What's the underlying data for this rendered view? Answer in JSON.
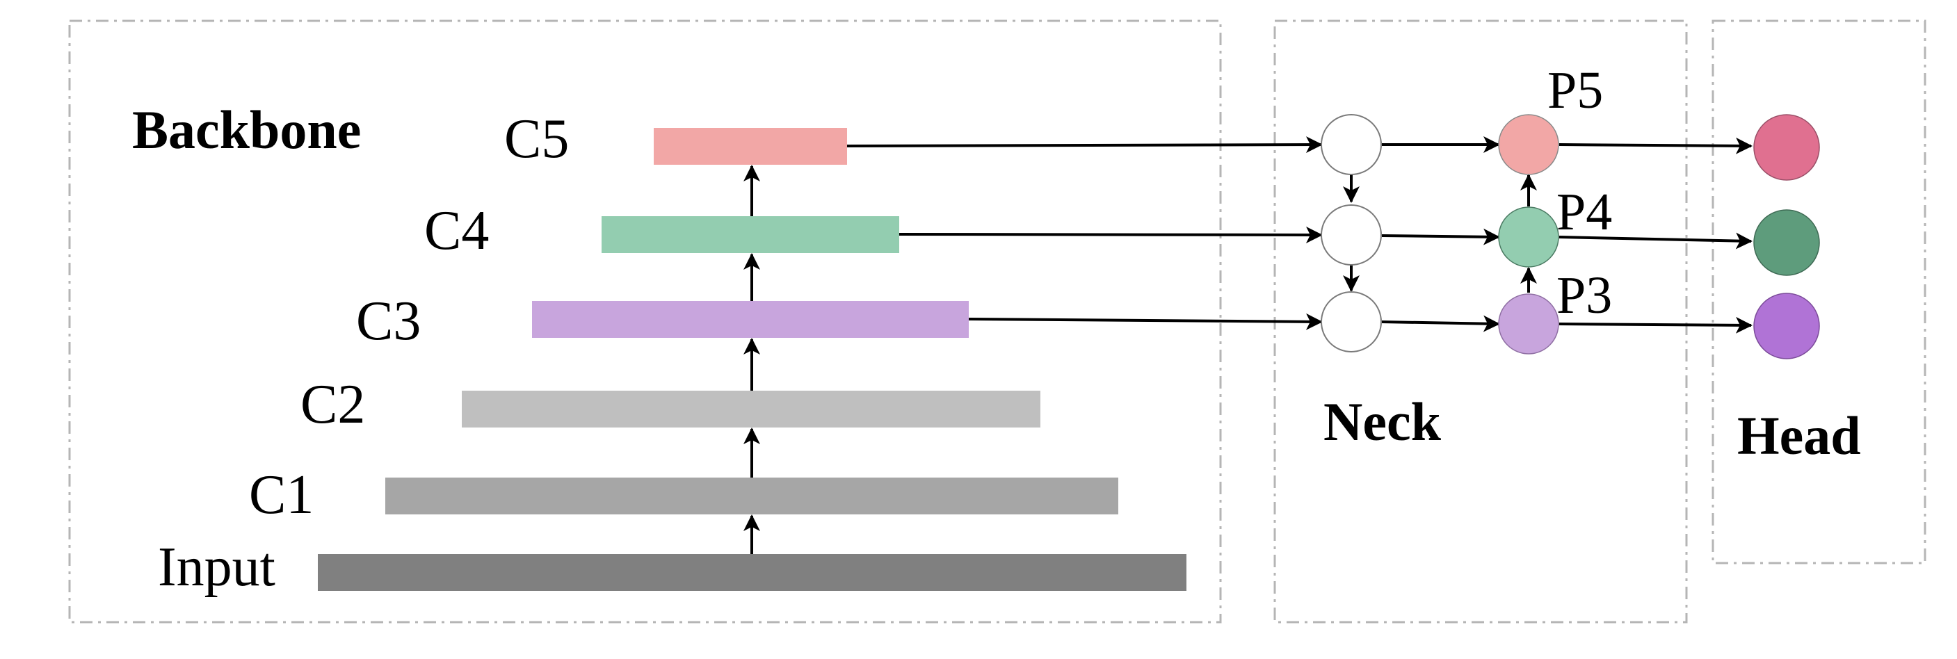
{
  "sections": {
    "backbone": "Backbone",
    "neck": "Neck",
    "head": "Head"
  },
  "backbone_levels": [
    {
      "id": "input",
      "label": "Input",
      "color": "#808080"
    },
    {
      "id": "c1",
      "label": "C1",
      "color": "#a6a6a6"
    },
    {
      "id": "c2",
      "label": "C2",
      "color": "#bfbfbf"
    },
    {
      "id": "c3",
      "label": "C3",
      "color": "#c8a5dd"
    },
    {
      "id": "c4",
      "label": "C4",
      "color": "#93cdb0"
    },
    {
      "id": "c5",
      "label": "C5",
      "color": "#f2a7a6"
    }
  ],
  "neck": {
    "top_down_nodes_color": "#ffffff",
    "outputs": [
      {
        "id": "p5",
        "label": "P5",
        "color": "#f2a7a6"
      },
      {
        "id": "p4",
        "label": "P4",
        "color": "#93cdb0"
      },
      {
        "id": "p3",
        "label": "P3",
        "color": "#c8a5dd"
      }
    ]
  },
  "head": {
    "outputs": [
      {
        "id": "h5",
        "color": "#e07090"
      },
      {
        "id": "h4",
        "color": "#5e9c7c"
      },
      {
        "id": "h3",
        "color": "#b073d6"
      }
    ]
  }
}
